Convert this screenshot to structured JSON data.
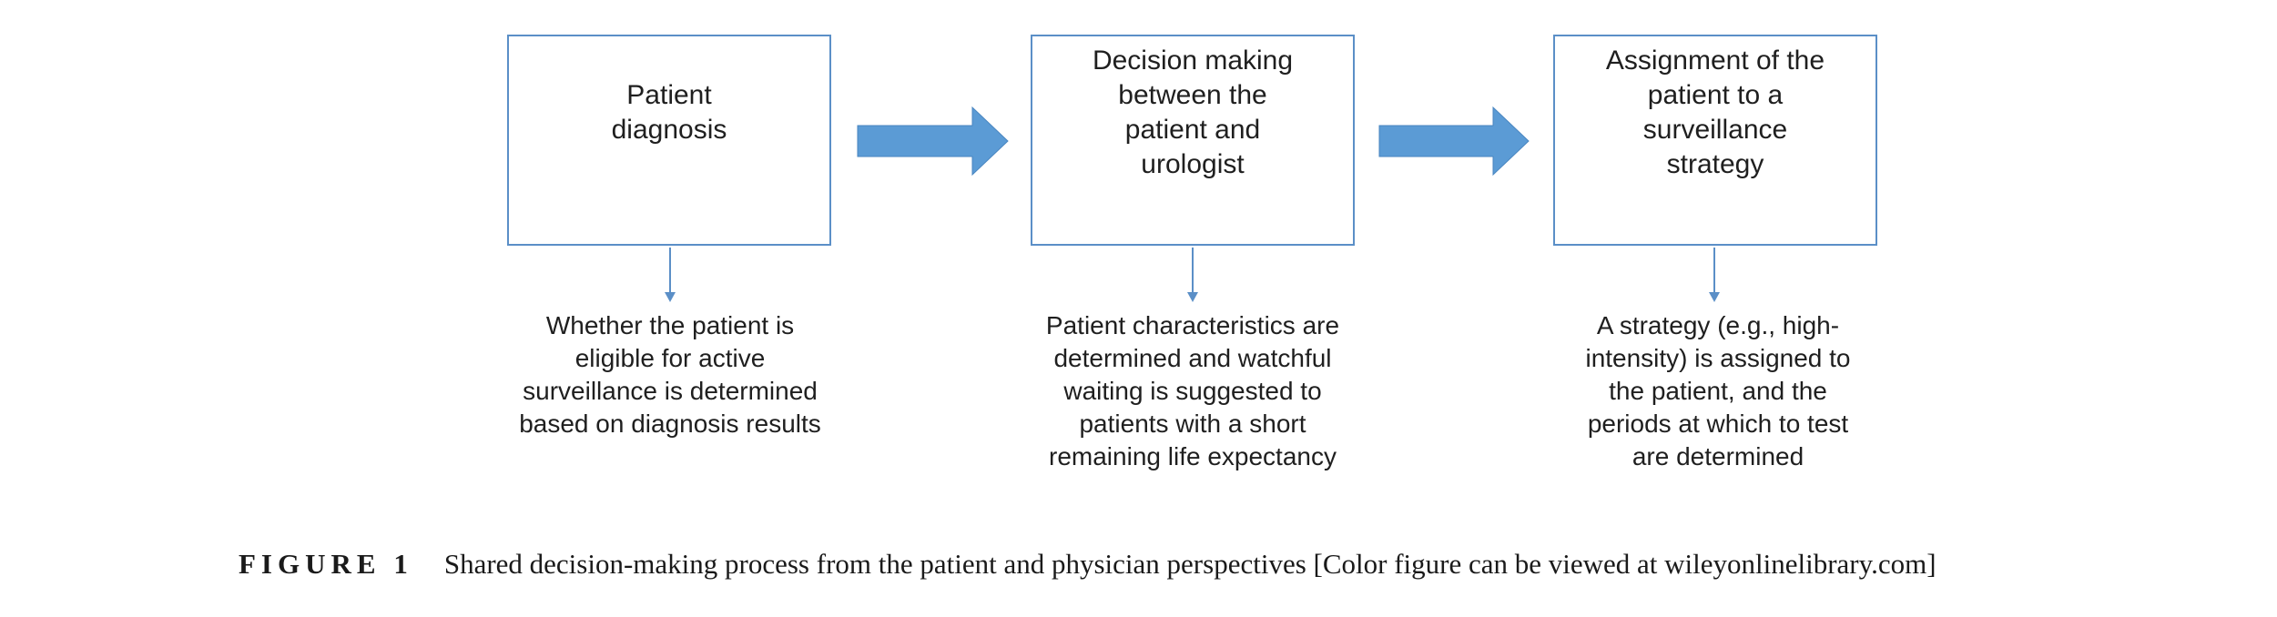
{
  "steps": [
    {
      "title": "Patient diagnosis",
      "note": "Whether the patient is eligible for active surveillance is determined based on diagnosis results"
    },
    {
      "title": "Decision making between the patient and urologist",
      "note": "Patient characteristics are determined and watchful waiting is suggested to patients with a short remaining life expectancy"
    },
    {
      "title": "Assignment of the patient to a surveillance strategy",
      "note": "A strategy (e.g., high-intensity) is assigned to the patient, and the periods at which to test are determined"
    }
  ],
  "caption": {
    "label": "FIGURE 1",
    "text": "Shared decision-making process from the patient and physician perspectives [Color figure can be viewed at wileyonlinelibrary.com]"
  },
  "colors": {
    "box_border": "#5b8fc7",
    "arrow_fill": "#5b9bd5",
    "connector": "#5b8fc7"
  }
}
